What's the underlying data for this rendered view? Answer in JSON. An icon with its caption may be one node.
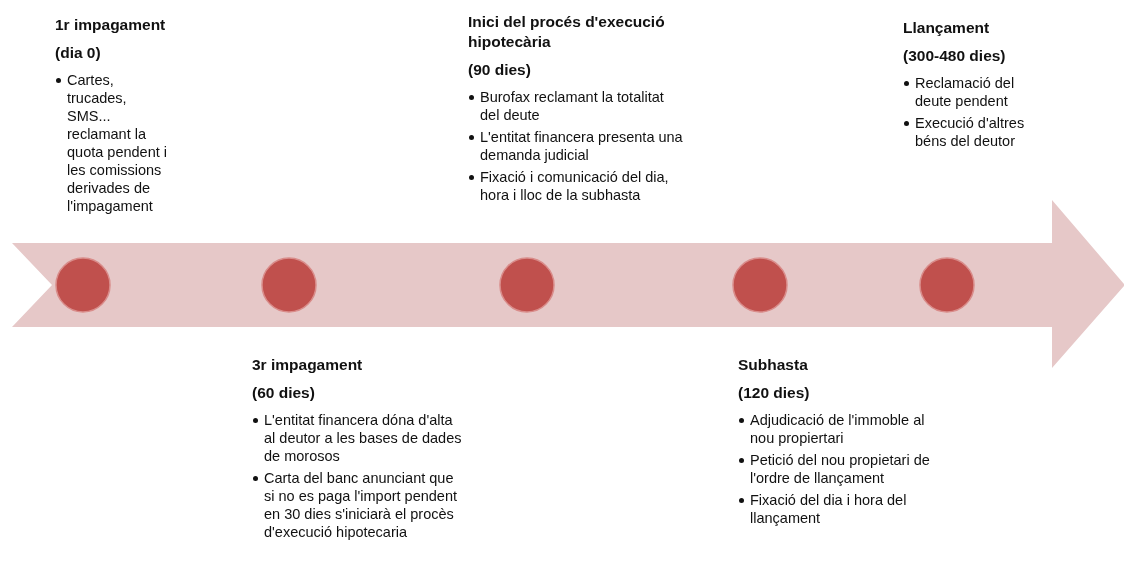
{
  "diagram": {
    "nodes": [
      {
        "text": [],
        "shape": "circle",
        "beside": [
          "1r impagament",
          "(dia 0)",
          "Cartes, trucades, SMS... reclamant la quota pendent i les comissions derivades de l'impagament"
        ]
      },
      {
        "text": [],
        "shape": "circle",
        "beside": [
          "3r impagament",
          "(60 dies)",
          "L'entitat financera dóna d'alta al deutor a les bases de dades de morosos",
          "Carta del banc anunciant que si no es paga l'import pendent en 30 dies s'iniciarà el procès d'execució hipotecaria"
        ]
      },
      {
        "text": [],
        "shape": "circle",
        "beside": [
          "Inici del procés d'execució hipotecària",
          "(90 dies)",
          "Burofax reclamant la totalitat del deute",
          "L'entitat financera presenta una demanda judicial",
          "Fixació i comunicació del dia, hora i lloc de la subhasta"
        ]
      },
      {
        "text": [],
        "shape": "circle",
        "beside": [
          "Subhasta",
          "(120 dies)",
          "Adjudicació de l'immoble al nou propiertari",
          "Petició del nou propietari de l'ordre de llançament",
          "Fixació del dia i hora del llançament"
        ]
      },
      {
        "text": [],
        "shape": "circle",
        "beside": [
          "Llançament",
          "(300-480 dies)",
          "Reclamació del deute pendent",
          "Execució d'altres béns del deutor"
        ]
      }
    ]
  }
}
